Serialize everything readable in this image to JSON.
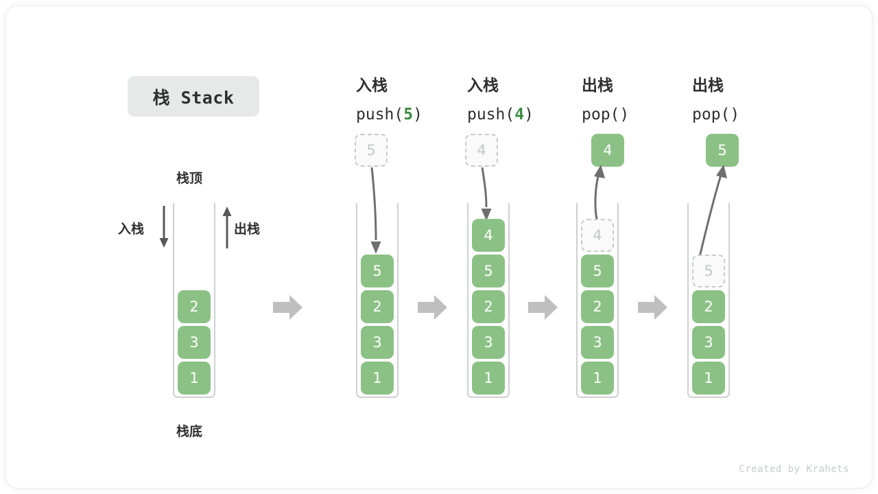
{
  "figure": {
    "title": "栈 Stack",
    "credit": "Created by Krahets",
    "accent_green": "#8cc185",
    "ghost_gray": "#c4c6c6",
    "container_gray": "#cfd0d0",
    "arrow_gray": "#bfbfbf",
    "text_dark": "#2f2f2f"
  },
  "legend": {
    "top_label": "栈顶",
    "bottom_label": "栈底",
    "push_label": "入栈",
    "pop_label": "出栈"
  },
  "stages": [
    {
      "id": "initial",
      "heading_cn": "",
      "heading_code_prefix": "",
      "heading_code_arg": "",
      "heading_code_suffix": "",
      "stack": [
        "2",
        "3",
        "1"
      ],
      "ghost_in_stack": null,
      "incoming": null,
      "outgoing": null
    },
    {
      "id": "push-5",
      "heading_cn": "入栈",
      "heading_code_prefix": "push(",
      "heading_code_arg": "5",
      "heading_code_suffix": ")",
      "stack": [
        "5",
        "2",
        "3",
        "1"
      ],
      "ghost_in_stack": null,
      "incoming": "5",
      "outgoing": null
    },
    {
      "id": "push-4",
      "heading_cn": "入栈",
      "heading_code_prefix": "push(",
      "heading_code_arg": "4",
      "heading_code_suffix": ")",
      "stack": [
        "4",
        "5",
        "2",
        "3",
        "1"
      ],
      "ghost_in_stack": null,
      "incoming": "4",
      "outgoing": null
    },
    {
      "id": "pop-1",
      "heading_cn": "出栈",
      "heading_code_prefix": "pop(",
      "heading_code_arg": "",
      "heading_code_suffix": ")",
      "stack": [
        "5",
        "2",
        "3",
        "1"
      ],
      "ghost_in_stack": "4",
      "incoming": null,
      "outgoing": "4"
    },
    {
      "id": "pop-2",
      "heading_cn": "出栈",
      "heading_code_prefix": "pop(",
      "heading_code_arg": "",
      "heading_code_suffix": ")",
      "stack": [
        "2",
        "3",
        "1"
      ],
      "ghost_in_stack": "5",
      "incoming": null,
      "outgoing": "5"
    }
  ]
}
